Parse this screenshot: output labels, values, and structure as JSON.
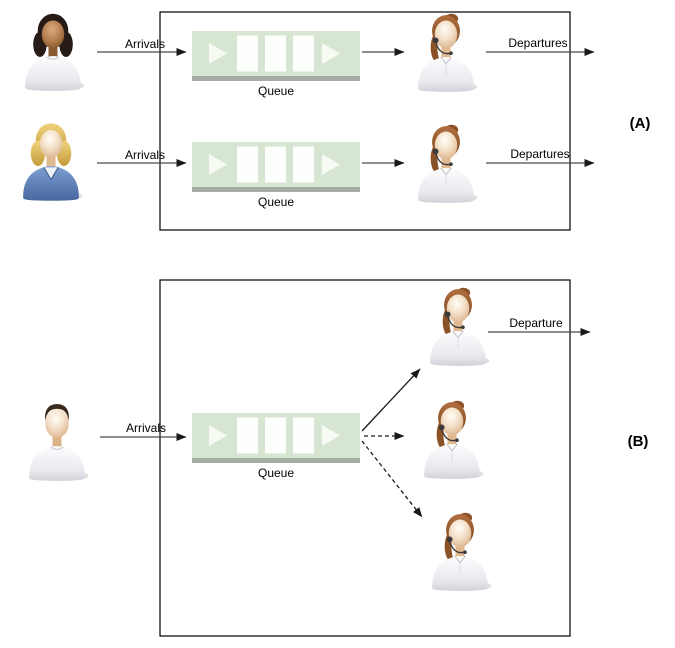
{
  "diagram": {
    "title_visible": false,
    "colors": {
      "background": "#ffffff",
      "box_border": "#000000",
      "queue_fill": "#d7e6d2",
      "queue_bar": "#a5aca4",
      "queue_glyph": "#f6faf3",
      "queue_slot": "#fdfffd",
      "arrow_line": "#4a4a4a",
      "arrow_head": "#1a1a1a",
      "label_text": "#000000"
    },
    "icons": {
      "customer_woman_dark": "person-bust-icon",
      "customer_woman_blue": "person-bust-icon",
      "customer_man": "person-bust-icon",
      "agent_headset_woman": "operator-bust-icon",
      "queue_widget": "queue-conveyor-icon"
    },
    "section_a": {
      "label": "(A)",
      "rows": [
        {
          "arrivals": "Arrivals",
          "queue": "Queue",
          "departures": "Departures"
        },
        {
          "arrivals": "Arrivals",
          "queue": "Queue",
          "departures": "Departures"
        }
      ]
    },
    "section_b": {
      "label": "(B)",
      "arrivals": "Arrivals",
      "queue": "Queue",
      "departure": "Departure",
      "agent_count": 3,
      "route_styles": [
        "solid",
        "dashed",
        "dashed"
      ]
    }
  }
}
